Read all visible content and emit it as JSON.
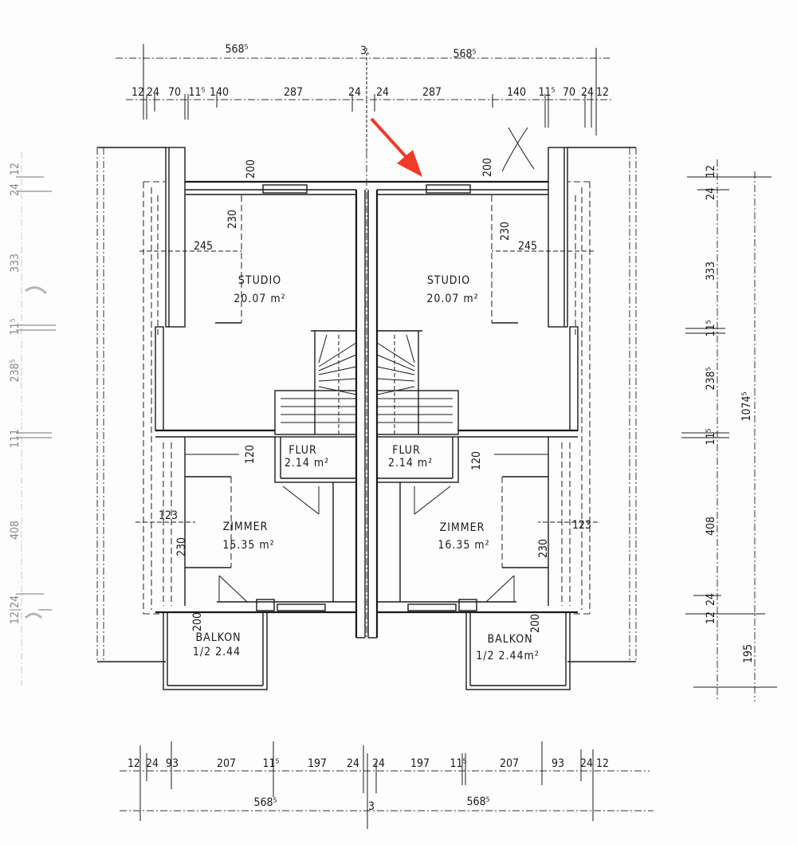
{
  "accent_color": "#f03a2a",
  "top_dimensions": {
    "overall": [
      "568⁵",
      "3.",
      "568⁵"
    ],
    "segments": [
      "12",
      "24",
      "70",
      "11⁵",
      "140",
      "287",
      "24",
      "24",
      "287",
      "140",
      "11⁵",
      "70",
      "24",
      "12"
    ]
  },
  "bottom_dimensions": {
    "segments": [
      "12",
      "24",
      "93",
      "207",
      "11⁵",
      "197",
      "24",
      "24",
      "197",
      "11⁵",
      "207",
      "93",
      "24",
      "12"
    ],
    "overall": [
      "568⁵",
      "3",
      "568⁵"
    ]
  },
  "right_dimensions": {
    "segments": [
      "12",
      "24",
      "333",
      "11⁵",
      "238⁵",
      "11⁵",
      "408",
      "24",
      "12",
      "195"
    ],
    "total": "1074⁵"
  },
  "left_dimensions": {
    "segments": [
      "12",
      "24",
      "333",
      "11⁵",
      "238⁵",
      "111",
      "408",
      "12|24"
    ]
  },
  "left_unit": {
    "studio": {
      "name": "STUDIO",
      "area": "20.07 m²",
      "dims": [
        "200",
        "230",
        "245"
      ]
    },
    "flur": {
      "name": "FLUR",
      "area": "2.14 m²",
      "dim": "120"
    },
    "zimmer": {
      "name": "ZIMMER",
      "area": "15.35 m²",
      "dims": [
        "123",
        "230"
      ]
    },
    "balkon": {
      "name": "BALKON",
      "area": "1/2  2.44",
      "dim": "200"
    }
  },
  "right_unit": {
    "studio": {
      "name": "STUDIO",
      "area": "20.07 m²",
      "dims": [
        "200",
        "230",
        "245"
      ]
    },
    "flur": {
      "name": "FLUR",
      "area": "2.14 m²",
      "dim": "120"
    },
    "zimmer": {
      "name": "ZIMMER",
      "area": "16.35 m²",
      "dims": [
        "123",
        "230"
      ]
    },
    "balkon": {
      "name": "BALKON",
      "area": "1/2  2.44m²",
      "dim": "200"
    }
  }
}
